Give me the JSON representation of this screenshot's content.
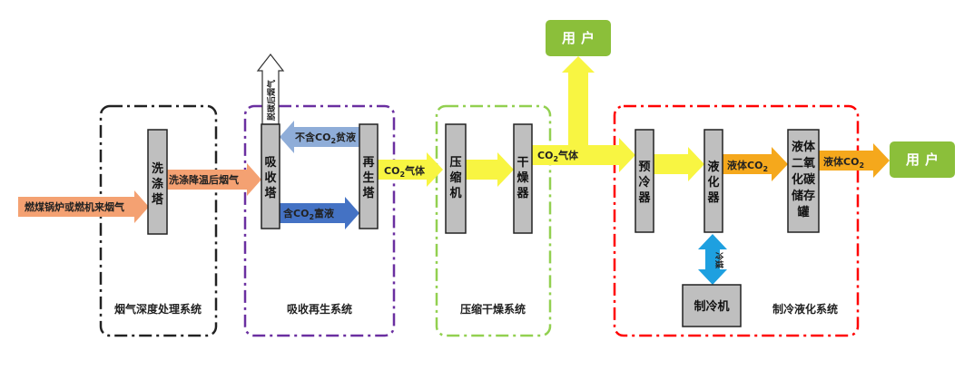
{
  "systems": {
    "s1": "烟气深度处理系统",
    "s2": "吸收再生系统",
    "s3": "压缩干燥系统",
    "s4": "制冷液化系统"
  },
  "equipment": {
    "washer": [
      "洗",
      "涤",
      "塔"
    ],
    "absorber": [
      "吸",
      "收",
      "塔"
    ],
    "regenerator": [
      "再",
      "生",
      "塔"
    ],
    "compressor": [
      "压",
      "缩",
      "机"
    ],
    "dryer": [
      "干",
      "燥",
      "器"
    ],
    "precooler": [
      "预",
      "冷",
      "器"
    ],
    "liquefier": [
      "液",
      "化",
      "器"
    ],
    "storage": [
      "液体",
      "二氧",
      "化碳",
      "储存",
      "罐"
    ],
    "refrigerator": "制冷机"
  },
  "streams": {
    "inlet_gas": "燃煤锅炉或燃机来烟气",
    "washed_gas": "洗涤降温后烟气",
    "decarb_gas": "脱碳后烟气",
    "lean_pre": "不含CO",
    "lean_sub": "2",
    "lean_post": "贫液",
    "rich_pre": "含CO",
    "rich_sub": "2",
    "rich_post": "富液",
    "co2_gas_pre": "CO",
    "co2_gas_sub": "2",
    "co2_gas_post": "气体",
    "liquid_pre": "液体CO",
    "liquid_sub": "2",
    "coolant": "冷媒"
  },
  "user_label": "用户",
  "colors": {
    "orange": "#f4a172",
    "yellow": "#f8f542",
    "blue_light": "#8fadd8",
    "blue_dark": "#4472c4",
    "gold": "#f5a81c",
    "cyan": "#1ea0e0",
    "green": "#8bbf3a",
    "equipment_fill": "#bfbfbf",
    "s1_border": "#222222",
    "s2_border": "#6a2fa0",
    "s3_border": "#92d050",
    "s4_border": "#ff0000"
  }
}
